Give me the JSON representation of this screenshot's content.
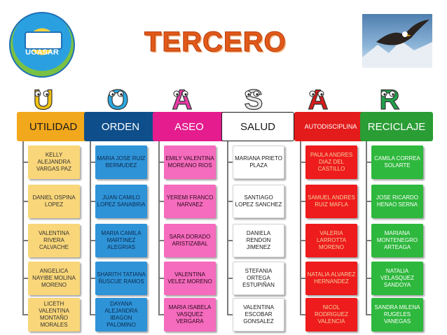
{
  "logo": {
    "text": "UOASAR"
  },
  "title": "TERCERO",
  "letters": [
    "U",
    "O",
    "A",
    "S",
    "A",
    "R"
  ],
  "columns": [
    {
      "header": "UTILIDAD",
      "header_color": "#f2a81c",
      "header_text_color": "#1a1a1a",
      "header_border": "#f2a81c",
      "card_color": "#f9d679",
      "card_text_color": "#333333",
      "members": [
        "KELLY ALEJANDRA VARGAS PAZ",
        "DANIEL OSPINA LOPEZ",
        "VALENTINA RIVERA CALVACHE",
        "ANGELICA NAYIBE MOLINA MORENO",
        "LICETH VALENTINA MONTAÑO MORALES"
      ]
    },
    {
      "header": "ORDEN",
      "header_color": "#0e4e8a",
      "header_text_color": "#ffffff",
      "header_border": "#0e4e8a",
      "card_color": "#2f93d8",
      "card_text_color": "#0b2a4a",
      "members": [
        "MARIA JOSE RUIZ BERMUDEZ",
        "JUAN CAMILO LOPEZ SANABRIA",
        "MARIA CAMILA MARTINEZ ALEGRIAS",
        "SHARITH TATIANA ÑUSCUE RAMOS",
        "DAYANA ALEJANDRA IBAGON PALOMINO"
      ]
    },
    {
      "header": "ASEO",
      "header_color": "#e41c8e",
      "header_text_color": "#ffffff",
      "header_border": "#e41c8e",
      "card_color": "#f56bbd",
      "card_text_color": "#2a0a1c",
      "members": [
        "EMILY VALENTINA MOREANO RIOS",
        "YEREMI FRANCO NARVAEZ",
        "SARA DORADO ARISTIZABAL",
        "VALENTINA VELEZ MORENO",
        "MARIA ISABELA VASQUEZ VERGARA"
      ]
    },
    {
      "header": "SALUD",
      "header_color": "#ffffff",
      "header_text_color": "#1a1a1a",
      "header_border": "#1a1a1a",
      "card_color": "#ffffff",
      "card_text_color": "#1a1a1a",
      "members": [
        "MARIANA PRIETO PLAZA",
        "SANTIAGO LOPEZ SANCHEZ",
        "DANIELA RENDON JIMENEZ",
        "STEFANIA ORTEGA ESTUPIÑAN",
        "VALENTINA ESCOBAR GONSALEZ"
      ]
    },
    {
      "header": "AUTODISCIPLINA",
      "header_color": "#e31b1b",
      "header_text_color": "#ffffff",
      "header_border": "#e31b1b",
      "card_color": "#ee1c1c",
      "card_text_color": "#f3d0a0",
      "members": [
        "PAULA ANDRES DIAZ DEL CASTILLO",
        "SAMUEL ANDRES RUIZ MAFLA",
        "VALERIA LARROTTA MORENO",
        "NATALIA ALVAREZ HERNANDEZ",
        "NICOL RODRIGUEZ VALENCIA"
      ]
    },
    {
      "header": "RECICLAJE",
      "header_color": "#2a9d35",
      "header_text_color": "#ffffff",
      "header_border": "#2a9d35",
      "card_color": "#2eb83d",
      "card_text_color": "#ffffff",
      "members": [
        "CAMILA CORREA SOLARTE",
        "JOSE RICARDO HENAO SERNA",
        "MARIANA MONTENEGRO ARTEAGA",
        "NATALIA VELASQUEZ SANDOYA",
        "SANDRA MILENA RUGELES VANEGAS"
      ]
    }
  ]
}
